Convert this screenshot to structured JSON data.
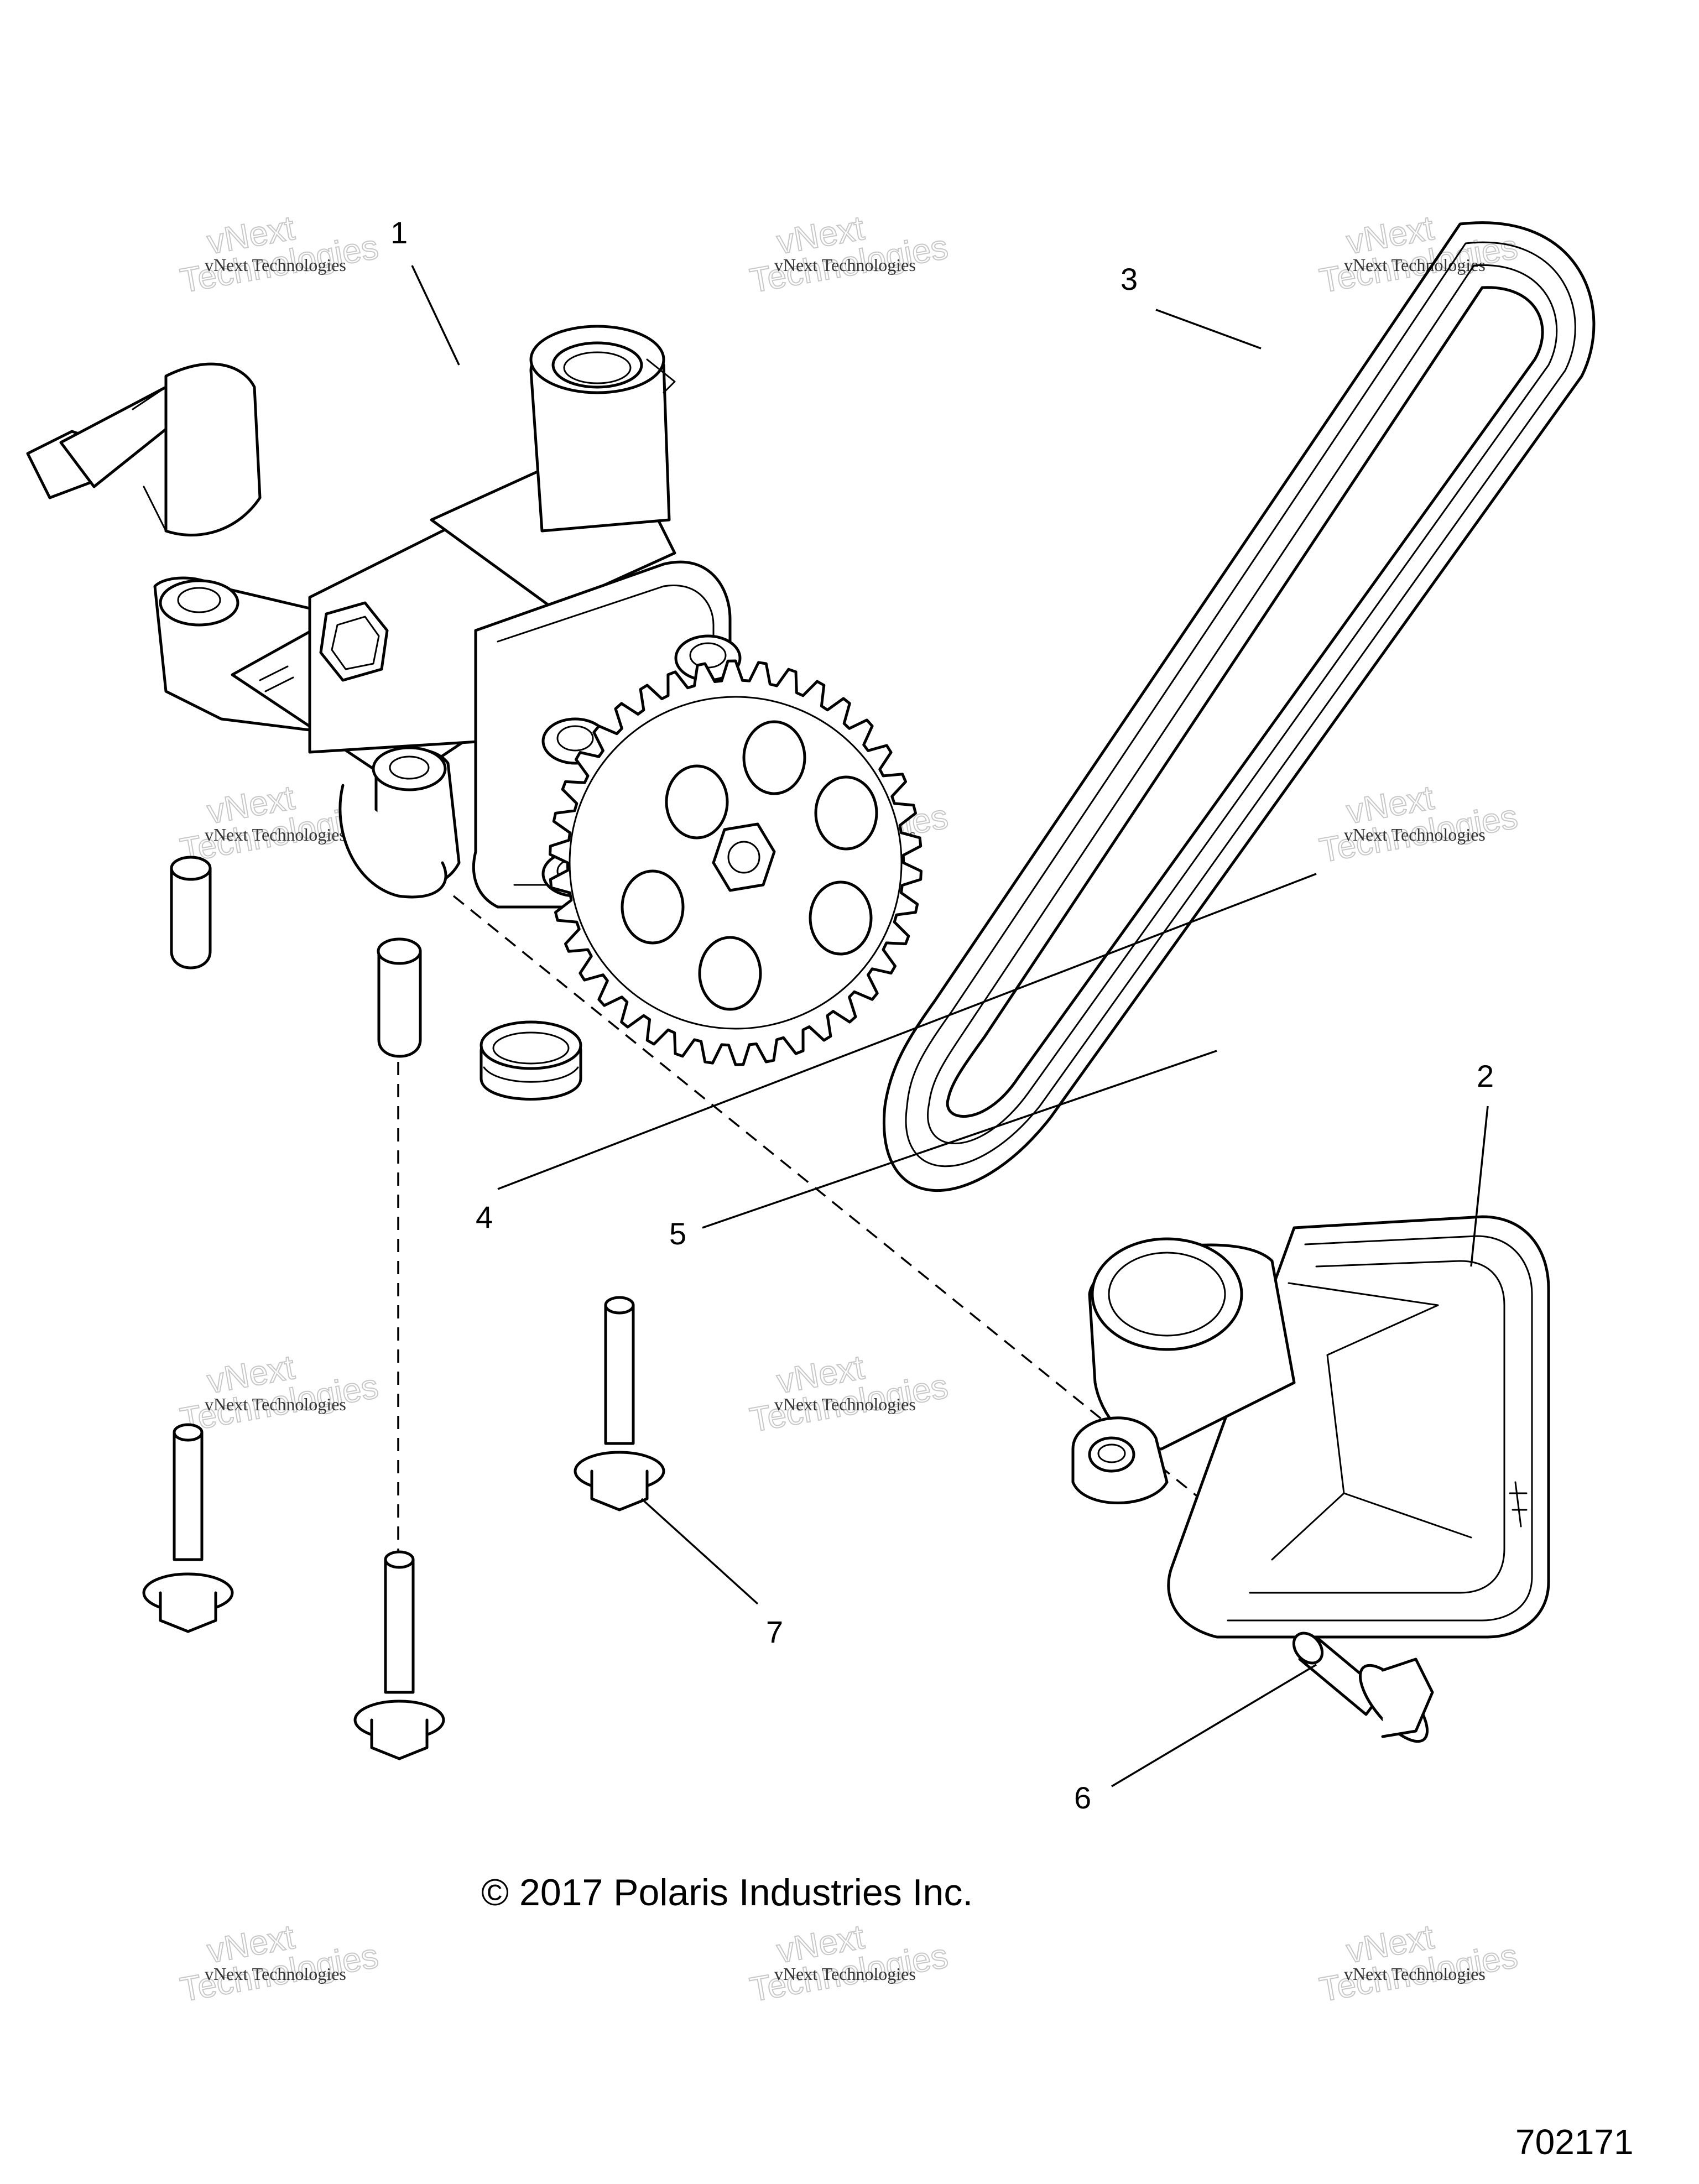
{
  "callouts": {
    "c1": "1",
    "c2": "2",
    "c3": "3",
    "c4": "4",
    "c5": "5",
    "c6": "6",
    "c7": "7"
  },
  "watermark": {
    "small": "vNext Technologies",
    "large_top": "vNext",
    "large_bottom": "Technologies"
  },
  "copyright": "© 2017 Polaris Industries Inc.",
  "drawing_number": "702171"
}
